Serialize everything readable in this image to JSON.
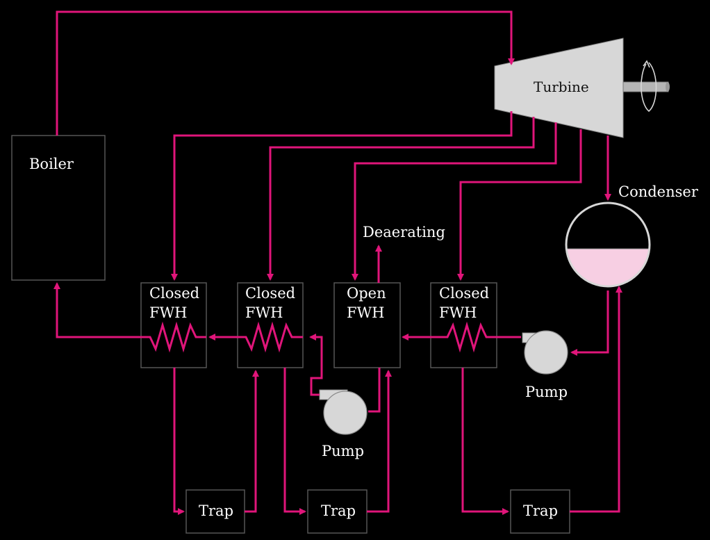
{
  "colors": {
    "background": "#000000",
    "pipe": "#e0157a",
    "component_fill": "#d7d7d7",
    "condensate": "#f7cfe3"
  },
  "labels": {
    "turbine": "Turbine",
    "boiler": "Boiler",
    "condenser": "Condenser",
    "deaerating": "Deaerating",
    "fwh1_line1": "Closed",
    "fwh1_line2": "FWH",
    "fwh2_line1": "Closed",
    "fwh2_line2": "FWH",
    "fwh3_line1": "Open",
    "fwh3_line2": "FWH",
    "fwh4_line1": "Closed",
    "fwh4_line2": "FWH",
    "pump_main": "Pump",
    "pump_condensate": "Pump",
    "trap1": "Trap",
    "trap2": "Trap",
    "trap3": "Trap"
  },
  "icons": {
    "shaft_rotation": "circular-arrow-icon",
    "heat_exchanger_coil": "zigzag-coil-icon",
    "flow_arrow": "arrowhead-icon"
  }
}
